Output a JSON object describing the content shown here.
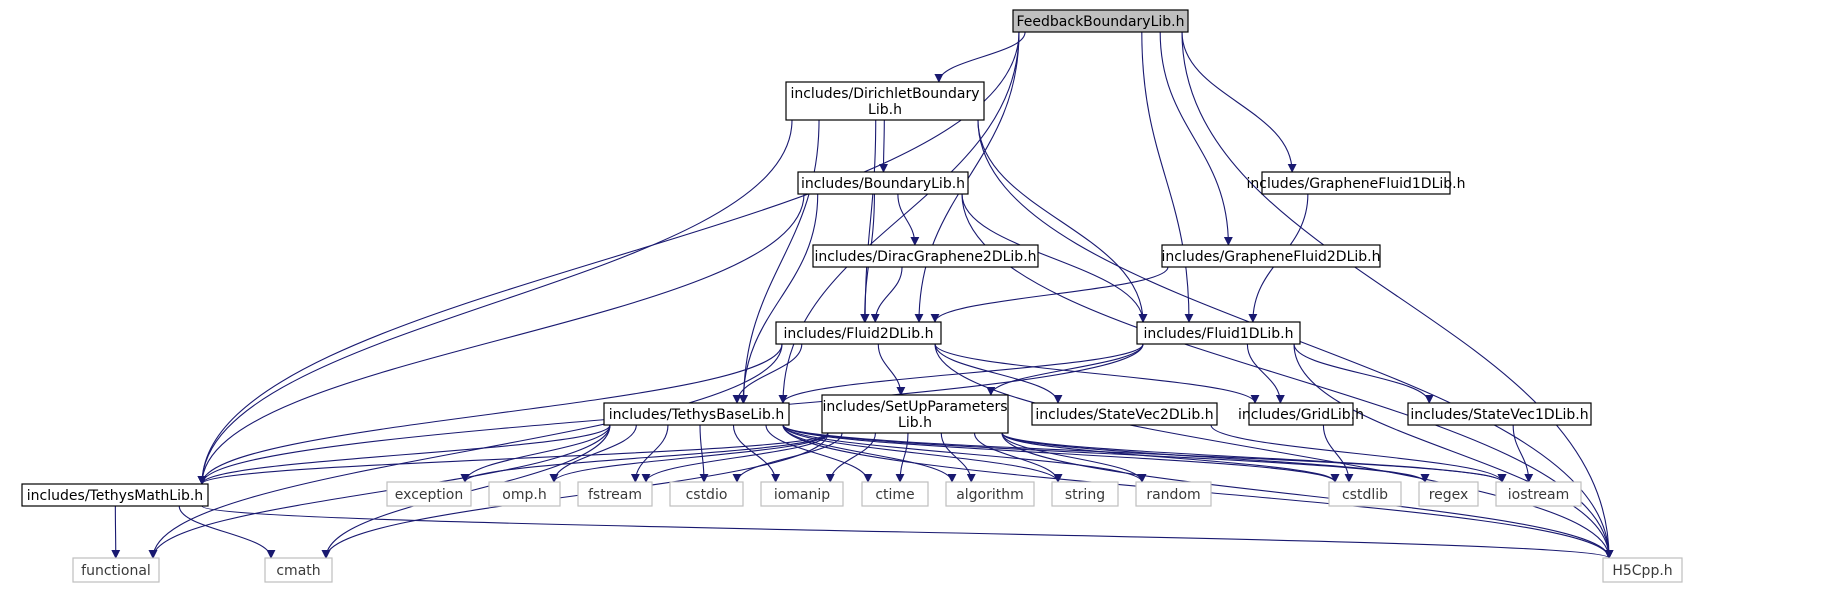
{
  "graph_title": "FeedbackBoundaryLib.h",
  "colors": {
    "edge": "#191970",
    "root_fill": "#bfbfbf",
    "external_border": "#bfbfbf",
    "node_border": "#000000"
  },
  "nodes": {
    "root": [
      "FeedbackBoundaryLib.h"
    ],
    "dirichlet": [
      "includes/DirichletBoundary",
      "Lib.h"
    ],
    "boundary": [
      "includes/BoundaryLib.h"
    ],
    "graphene1d": [
      "includes/GrapheneFluid1DLib.h"
    ],
    "dirac2d": [
      "includes/DiracGraphene2DLib.h"
    ],
    "graphene2d": [
      "includes/GrapheneFluid2DLib.h"
    ],
    "fluid2d": [
      "includes/Fluid2DLib.h"
    ],
    "fluid1d": [
      "includes/Fluid1DLib.h"
    ],
    "tethysbase": [
      "includes/TethysBaseLib.h"
    ],
    "setup": [
      "includes/SetUpParameters",
      "Lib.h"
    ],
    "statevec2d": [
      "includes/StateVec2DLib.h"
    ],
    "grid": [
      "includes/GridLib.h"
    ],
    "statevec1d": [
      "includes/StateVec1DLib.h"
    ],
    "tethysmath": [
      "includes/TethysMathLib.h"
    ],
    "exception": [
      "exception"
    ],
    "omp": [
      "omp.h"
    ],
    "fstream": [
      "fstream"
    ],
    "cstdio": [
      "cstdio"
    ],
    "iomanip": [
      "iomanip"
    ],
    "ctime": [
      "ctime"
    ],
    "algorithm": [
      "algorithm"
    ],
    "string": [
      "string"
    ],
    "random": [
      "random"
    ],
    "cstdlib": [
      "cstdlib"
    ],
    "regex": [
      "regex"
    ],
    "iostream": [
      "iostream"
    ],
    "functional": [
      "functional"
    ],
    "cmath": [
      "cmath"
    ],
    "h5cpp": [
      "H5Cpp.h"
    ]
  },
  "edges": [
    [
      "root",
      "dirichlet"
    ],
    [
      "root",
      "graphene1d"
    ],
    [
      "root",
      "graphene2d"
    ],
    [
      "root",
      "fluid2d"
    ],
    [
      "root",
      "fluid1d"
    ],
    [
      "root",
      "tethysbase"
    ],
    [
      "root",
      "tethysmath"
    ],
    [
      "root",
      "h5cpp"
    ],
    [
      "dirichlet",
      "boundary"
    ],
    [
      "dirichlet",
      "fluid2d"
    ],
    [
      "dirichlet",
      "fluid1d"
    ],
    [
      "dirichlet",
      "tethysbase"
    ],
    [
      "dirichlet",
      "tethysmath"
    ],
    [
      "dirichlet",
      "h5cpp"
    ],
    [
      "boundary",
      "dirac2d"
    ],
    [
      "boundary",
      "fluid2d"
    ],
    [
      "boundary",
      "fluid1d"
    ],
    [
      "boundary",
      "tethysbase"
    ],
    [
      "boundary",
      "tethysmath"
    ],
    [
      "boundary",
      "h5cpp"
    ],
    [
      "graphene1d",
      "fluid1d"
    ],
    [
      "dirac2d",
      "fluid2d"
    ],
    [
      "graphene2d",
      "fluid2d"
    ],
    [
      "fluid2d",
      "tethysbase"
    ],
    [
      "fluid2d",
      "setup"
    ],
    [
      "fluid2d",
      "statevec2d"
    ],
    [
      "fluid2d",
      "grid"
    ],
    [
      "fluid2d",
      "tethysmath"
    ],
    [
      "fluid2d",
      "functional"
    ],
    [
      "fluid2d",
      "h5cpp"
    ],
    [
      "fluid1d",
      "tethysbase"
    ],
    [
      "fluid1d",
      "setup"
    ],
    [
      "fluid1d",
      "grid"
    ],
    [
      "fluid1d",
      "statevec1d"
    ],
    [
      "fluid1d",
      "tethysmath"
    ],
    [
      "fluid1d",
      "h5cpp"
    ],
    [
      "tethysbase",
      "tethysmath"
    ],
    [
      "tethysbase",
      "exception"
    ],
    [
      "tethysbase",
      "omp"
    ],
    [
      "tethysbase",
      "fstream"
    ],
    [
      "tethysbase",
      "cstdio"
    ],
    [
      "tethysbase",
      "iomanip"
    ],
    [
      "tethysbase",
      "ctime"
    ],
    [
      "tethysbase",
      "algorithm"
    ],
    [
      "tethysbase",
      "string"
    ],
    [
      "tethysbase",
      "random"
    ],
    [
      "tethysbase",
      "cstdlib"
    ],
    [
      "tethysbase",
      "regex"
    ],
    [
      "tethysbase",
      "iostream"
    ],
    [
      "tethysbase",
      "functional"
    ],
    [
      "tethysbase",
      "cmath"
    ],
    [
      "tethysbase",
      "h5cpp"
    ],
    [
      "setup",
      "tethysmath"
    ],
    [
      "setup",
      "exception"
    ],
    [
      "setup",
      "omp"
    ],
    [
      "setup",
      "fstream"
    ],
    [
      "setup",
      "cstdio"
    ],
    [
      "setup",
      "iomanip"
    ],
    [
      "setup",
      "ctime"
    ],
    [
      "setup",
      "algorithm"
    ],
    [
      "setup",
      "string"
    ],
    [
      "setup",
      "random"
    ],
    [
      "setup",
      "cstdlib"
    ],
    [
      "setup",
      "regex"
    ],
    [
      "setup",
      "iostream"
    ],
    [
      "setup",
      "cmath"
    ],
    [
      "setup",
      "h5cpp"
    ],
    [
      "statevec2d",
      "iostream"
    ],
    [
      "grid",
      "cstdlib"
    ],
    [
      "statevec1d",
      "iostream"
    ],
    [
      "tethysmath",
      "functional"
    ],
    [
      "tethysmath",
      "cmath"
    ],
    [
      "tethysmath",
      "h5cpp"
    ]
  ]
}
